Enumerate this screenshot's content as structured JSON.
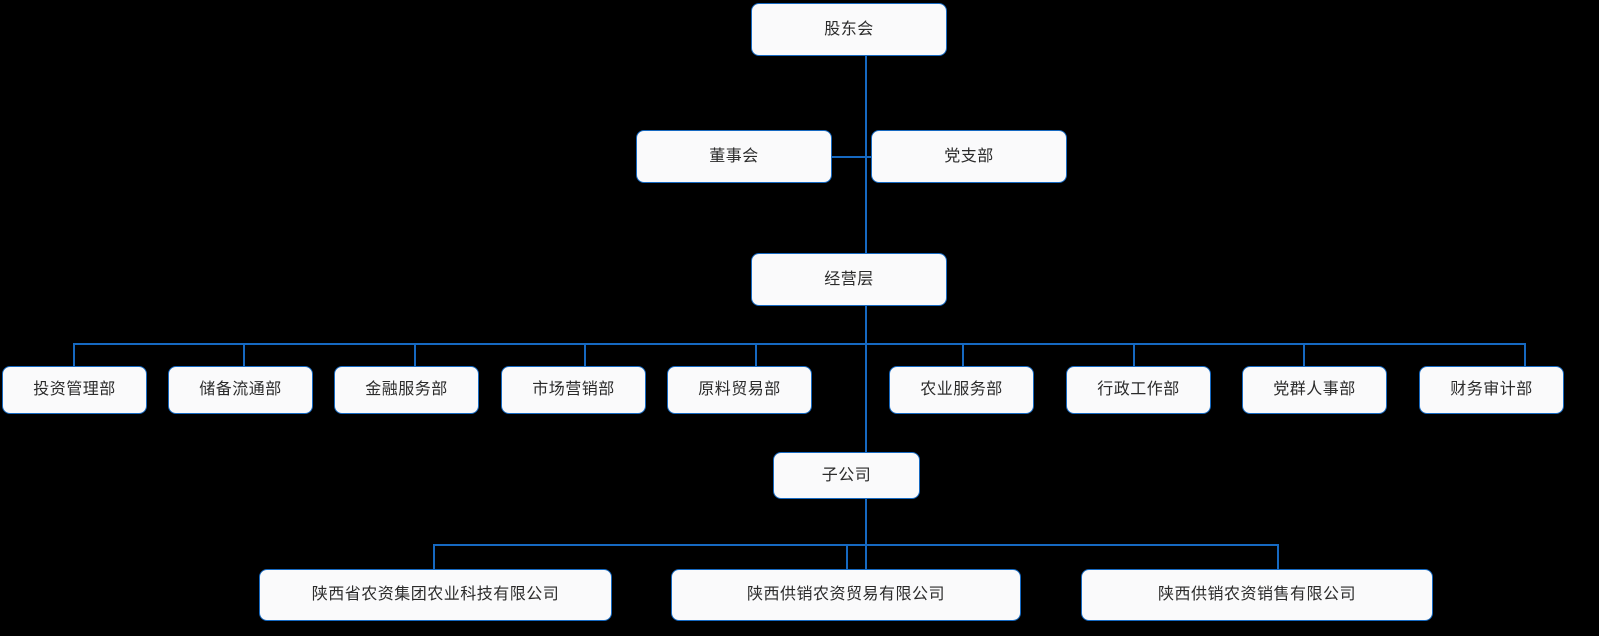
{
  "diagram": {
    "type": "organization-chart",
    "title": "",
    "colors": {
      "background": "#000000",
      "node_fill": "#fafafb",
      "node_border": "#1669c1",
      "connector": "#1669c1",
      "text": "#2b2b2b"
    },
    "levels": [
      {
        "name": "shareholders",
        "nodes": [
          {
            "id": "shareholders-meeting",
            "label": "股东会"
          }
        ]
      },
      {
        "name": "governance",
        "nodes": [
          {
            "id": "board-of-directors",
            "label": "董事会"
          },
          {
            "id": "party-branch",
            "label": "党支部"
          }
        ]
      },
      {
        "name": "management",
        "nodes": [
          {
            "id": "management-layer",
            "label": "经营层"
          }
        ]
      },
      {
        "name": "departments",
        "nodes": [
          {
            "id": "dept-investment-management",
            "label": "投资管理部"
          },
          {
            "id": "dept-reserve-circulation",
            "label": "储备流通部"
          },
          {
            "id": "dept-financial-services",
            "label": "金融服务部"
          },
          {
            "id": "dept-marketing",
            "label": "市场营销部"
          },
          {
            "id": "dept-raw-material-trade",
            "label": "原料贸易部"
          },
          {
            "id": "dept-agricultural-services",
            "label": "农业服务部"
          },
          {
            "id": "dept-administration",
            "label": "行政工作部"
          },
          {
            "id": "dept-party-personnel",
            "label": "党群人事部"
          },
          {
            "id": "dept-finance-audit",
            "label": "财务审计部"
          }
        ]
      },
      {
        "name": "subsidiary-group",
        "nodes": [
          {
            "id": "subsidiaries",
            "label": "子公司"
          }
        ]
      },
      {
        "name": "subsidiaries",
        "nodes": [
          {
            "id": "sub-agri-tech",
            "label": "陕西省农资集团农业科技有限公司"
          },
          {
            "id": "sub-agri-trade",
            "label": "陕西供销农资贸易有限公司"
          },
          {
            "id": "sub-agri-sales",
            "label": "陕西供销农资销售有限公司"
          }
        ]
      }
    ]
  }
}
